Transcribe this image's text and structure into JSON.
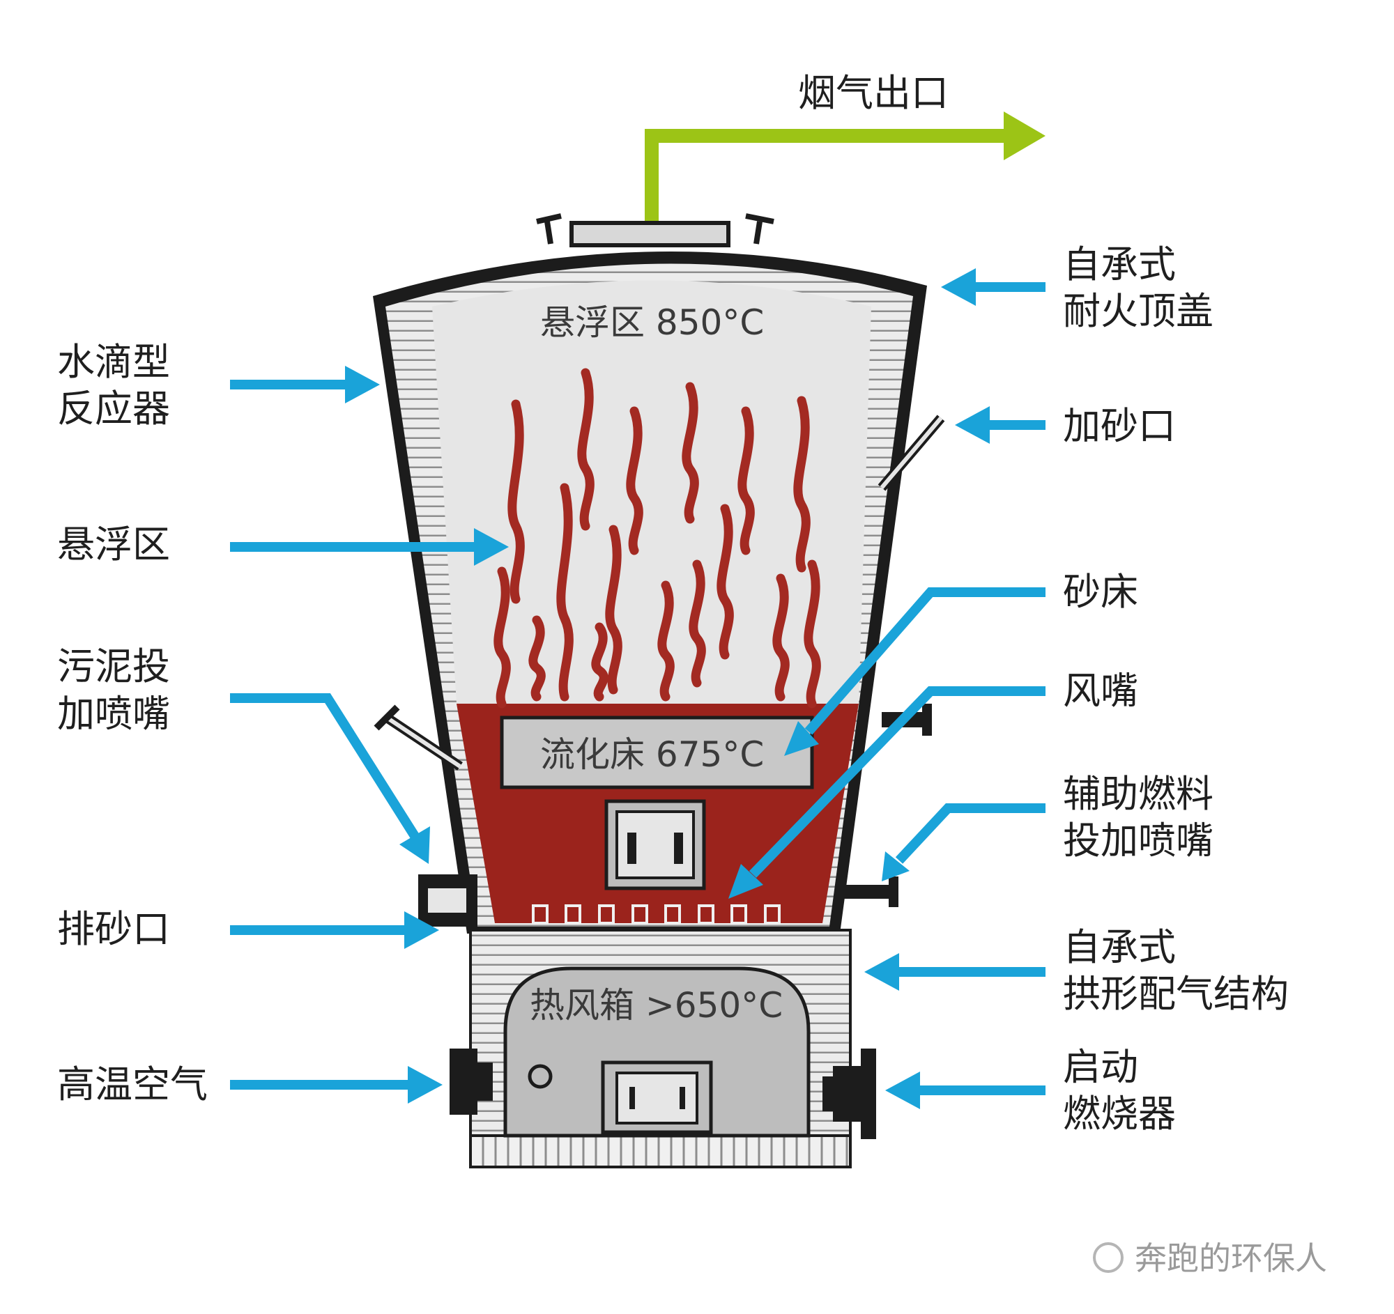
{
  "outlet": {
    "label": "烟气出口"
  },
  "zones": {
    "freeboard": "悬浮区 850°C",
    "bed": "流化床 675°C",
    "windbox": "热风箱 >650°C"
  },
  "left_labels": {
    "reactor": [
      "水滴型",
      "反应器"
    ],
    "freeboard": [
      "悬浮区"
    ],
    "sludge_nozzle": [
      "污泥投",
      "加喷嘴"
    ],
    "sand_outlet": [
      "排砂口"
    ],
    "hot_air": [
      "高温空气"
    ]
  },
  "right_labels": {
    "roof": [
      "自承式",
      "耐火顶盖"
    ],
    "sand_inlet": [
      "加砂口"
    ],
    "sand_bed": [
      "砂床"
    ],
    "tuyere": [
      "风嘴"
    ],
    "aux_fuel": [
      "辅助燃料",
      "投加喷嘴"
    ],
    "arch": [
      "自承式",
      "拱形配气结构"
    ],
    "burner": [
      "启动",
      "燃烧器"
    ]
  },
  "watermark": {
    "text": "奔跑的环保人"
  },
  "colors": {
    "arrow_blue": "#1aa3d9",
    "outlet_green": "#9cc416",
    "bed_red": "#9b231c",
    "flame_red": "#a32a22",
    "gray_fill": "#e6e6e6",
    "wall_dark": "#1c1c1c"
  }
}
